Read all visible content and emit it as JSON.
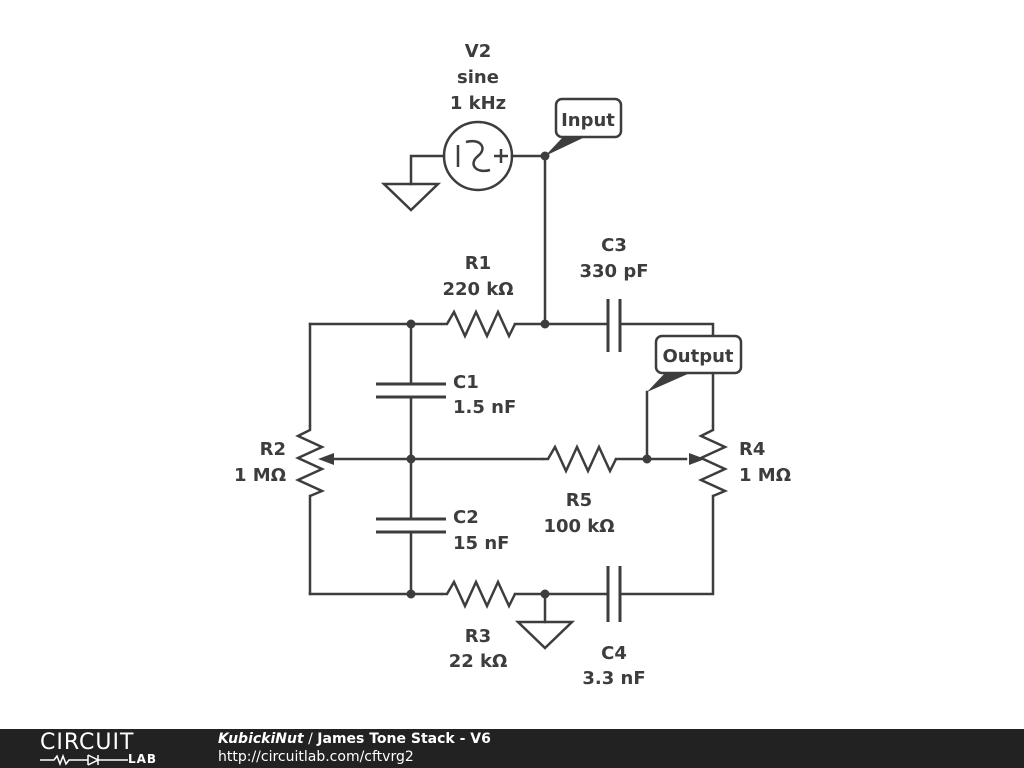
{
  "components": {
    "V2": {
      "ref": "V2",
      "type": "sine",
      "value": "1 kHz"
    },
    "R1": {
      "ref": "R1",
      "value": "220 kΩ"
    },
    "R2": {
      "ref": "R2",
      "value": "1 MΩ"
    },
    "R3": {
      "ref": "R3",
      "value": "22 kΩ"
    },
    "R4": {
      "ref": "R4",
      "value": "1 MΩ"
    },
    "R5": {
      "ref": "R5",
      "value": "100 kΩ"
    },
    "C1": {
      "ref": "C1",
      "value": "1.5 nF"
    },
    "C2": {
      "ref": "C2",
      "value": "15 nF"
    },
    "C3": {
      "ref": "C3",
      "value": "330 pF"
    },
    "C4": {
      "ref": "C4",
      "value": "3.3 nF"
    }
  },
  "tags": {
    "input": "Input",
    "output": "Output"
  },
  "footer": {
    "logo_top": "CIRCUIT",
    "logo_bottom": "LAB",
    "author": "KubickiNut",
    "separator": " / ",
    "title": "James Tone Stack - V6",
    "url": "http://circuitlab.com/cftvrg2"
  },
  "colors": {
    "ink": "#3d3d3d",
    "footer_bg": "#222222",
    "footer_text": "#ffffff"
  }
}
